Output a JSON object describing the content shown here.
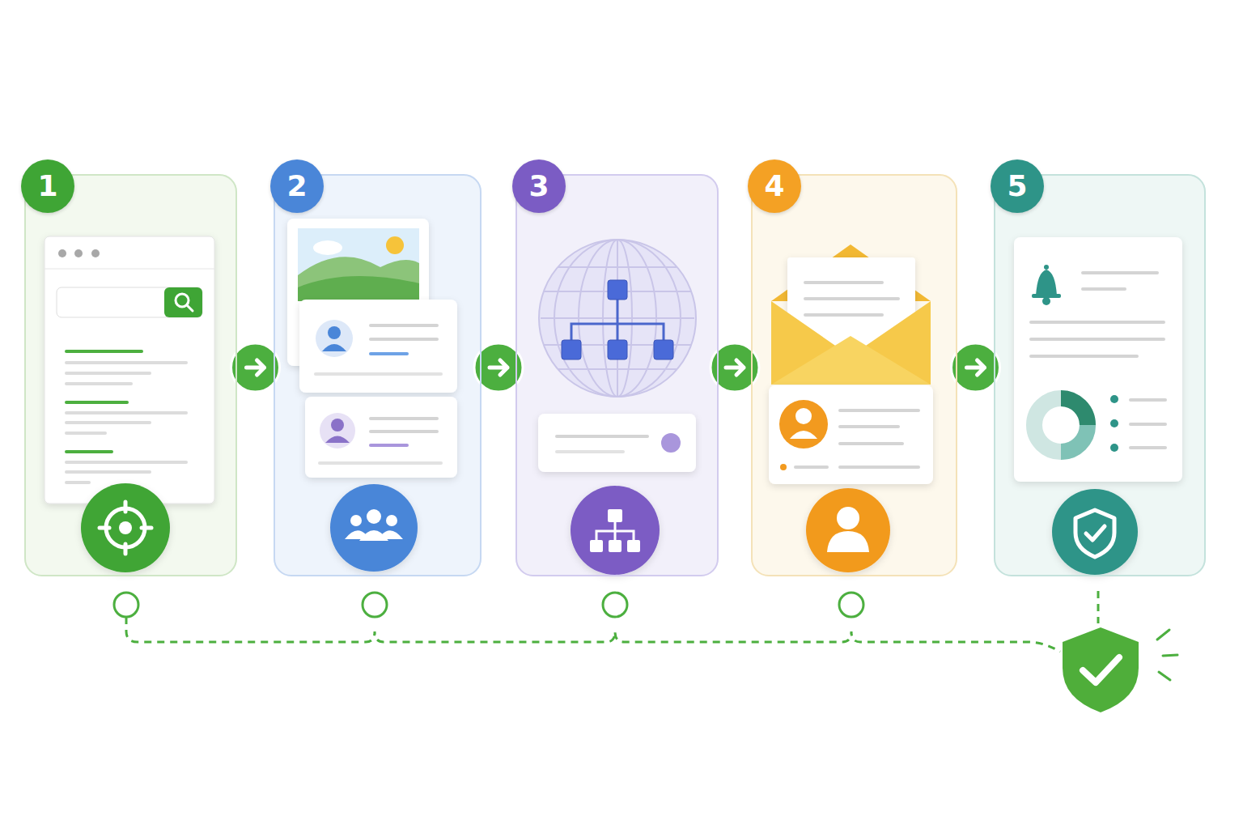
{
  "diagram": {
    "nodes": [
      {
        "text": [
          "1"
        ]
      },
      {
        "text": [
          "2"
        ]
      },
      {
        "text": [
          "3"
        ]
      },
      {
        "text": [
          "4"
        ]
      },
      {
        "text": [
          "5"
        ]
      }
    ],
    "edges": [
      {
        "from": 0,
        "to": 1,
        "arrow": "to"
      },
      {
        "from": 1,
        "to": 2,
        "arrow": "to"
      },
      {
        "from": 2,
        "to": 3,
        "arrow": "to"
      },
      {
        "from": 3,
        "to": 4,
        "arrow": "to"
      }
    ]
  }
}
